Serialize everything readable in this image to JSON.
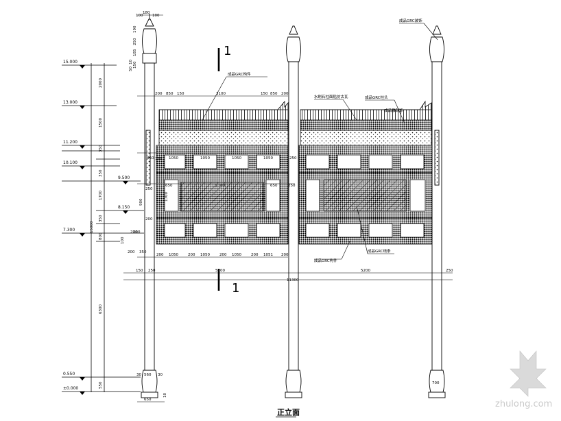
{
  "drawing": {
    "title": "正立面",
    "section_mark": "1",
    "watermark": "zhulong.com"
  },
  "elevations": [
    "15.000",
    "13.000",
    "11.200",
    "10.100",
    "9.500",
    "8.150",
    "7.300",
    "0.550",
    "±0.000"
  ],
  "left_dims": [
    "2000",
    "1500",
    "350",
    "350",
    "1700",
    "350",
    "800",
    "6300",
    "550",
    "900",
    "15000"
  ],
  "top_dims": [
    "100",
    "180",
    "100",
    "250",
    "190",
    "185",
    "150",
    "10",
    "50",
    "200",
    "850",
    "150",
    "3100",
    "150",
    "850",
    "200"
  ],
  "middle_dims": [
    "1050",
    "1050",
    "1050",
    "1050",
    "850",
    "650",
    "2100",
    "1700",
    "650",
    "250",
    "250"
  ],
  "bottom_dims": [
    "200",
    "1050",
    "200",
    "1050",
    "200",
    "1050",
    "200",
    "1051",
    "200",
    "150",
    "250",
    "5200",
    "11300",
    "5200",
    "250"
  ],
  "foot_dims": [
    "30",
    "560",
    "30",
    "650",
    "10",
    "700"
  ],
  "notes": [
    "成品GRC构件",
    "水刷石柱面贴仿古瓦",
    "成品GRC柱头",
    "成品GRC装饰",
    "成品GRC构件",
    "成品GRC线条",
    "成品雕刻饰"
  ],
  "small_labels": [
    "150",
    "250",
    "200",
    "200",
    "200",
    "100",
    "200",
    "350"
  ],
  "colors": {
    "line": "#000000",
    "watermark": "#c9c9c9"
  }
}
